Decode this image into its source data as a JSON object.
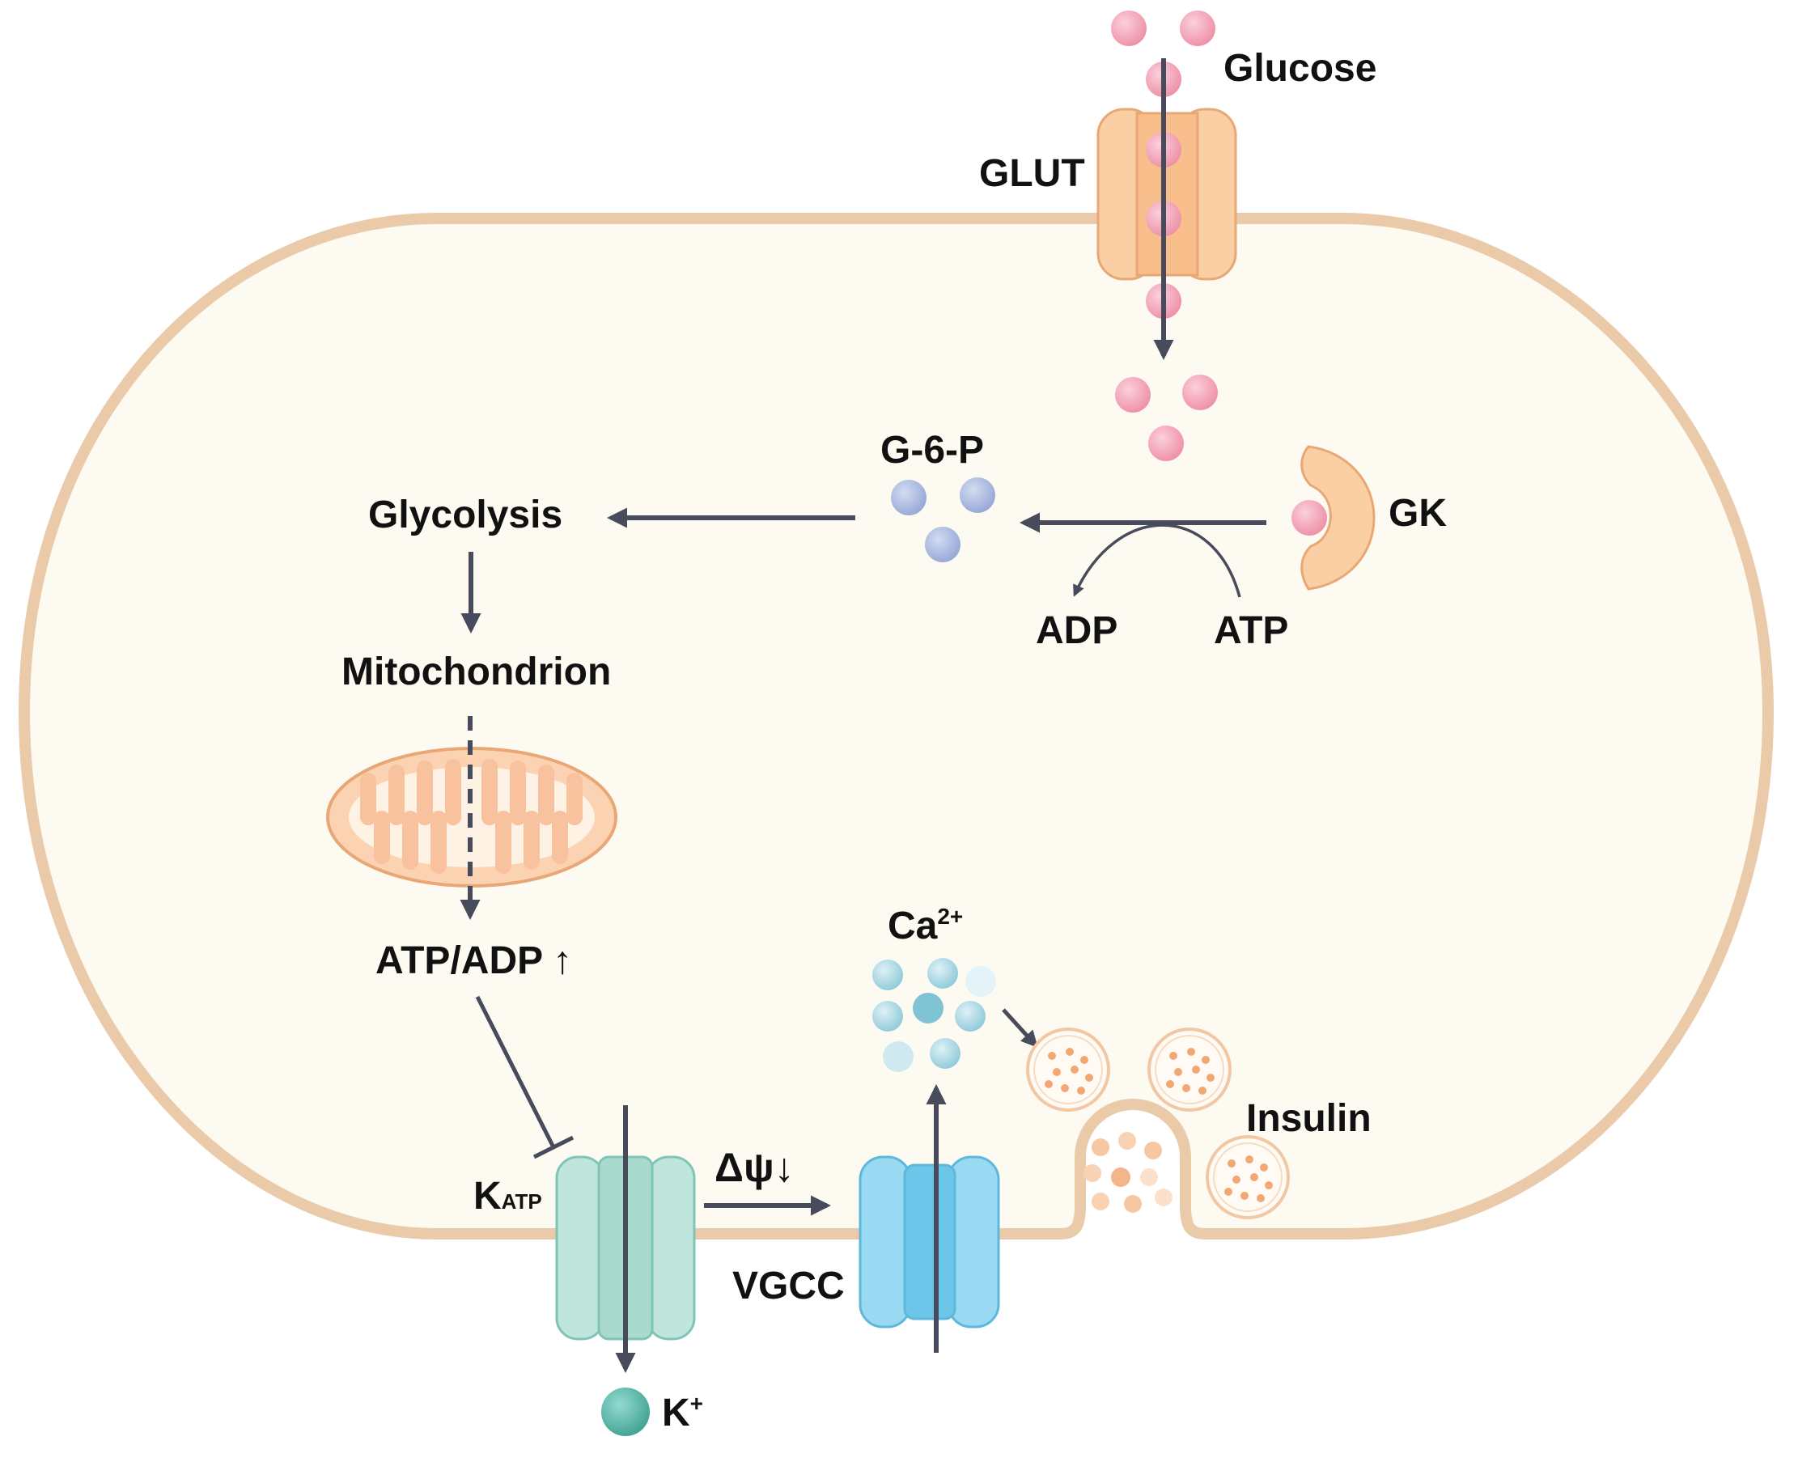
{
  "labels": {
    "glucose": "Glucose",
    "glut": "GLUT",
    "g6p": "G-6-P",
    "gk": "GK",
    "glycolysis": "Glycolysis",
    "adp": "ADP",
    "atp": "ATP",
    "mitochondrion": "Mitochondrion",
    "atp_adp_ratio": "ATP/ADP",
    "up_arrow": "↑",
    "k_main": "K",
    "k_sub": "ATP",
    "delta_psi": "Δψ",
    "down_arrow": "↓",
    "vgcc": "VGCC",
    "potassium": "K",
    "potassium_sup": "+",
    "calcium": "Ca",
    "calcium_sup": "2+",
    "insulin": "Insulin"
  },
  "colors": {
    "cell_fill": "#fdfbf1",
    "membrane": "#ebcaaa",
    "arrow": "#474b5c",
    "glucose": "#f4a3b6",
    "g6p": "#a9b8de",
    "glut": "#fbcfa4",
    "katp": "#bfe5dc",
    "vgcc": "#99d9f2",
    "calcium": "#a7d6e2",
    "potassium": "#57b7aa",
    "insulin_granule": "#f3a873"
  }
}
